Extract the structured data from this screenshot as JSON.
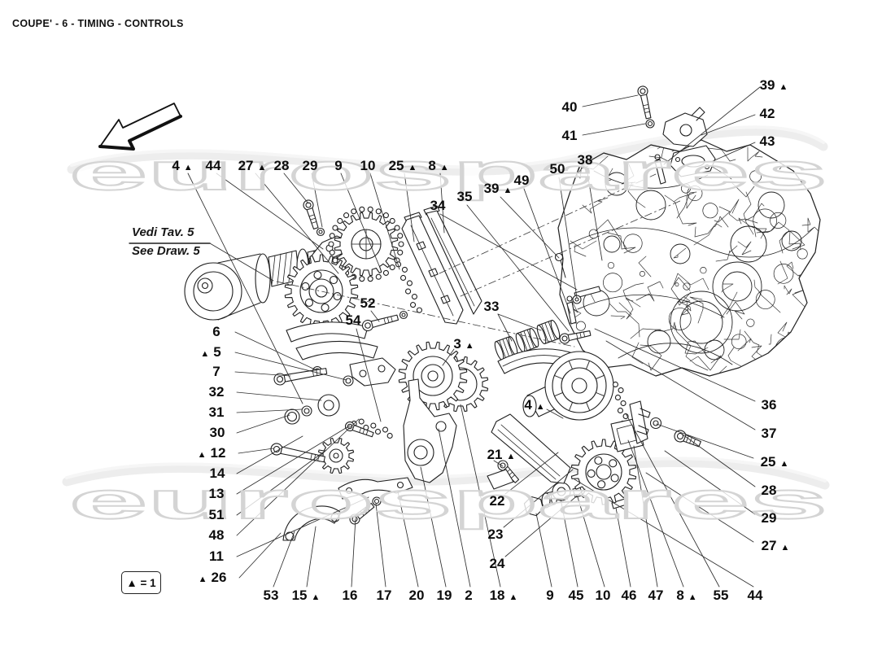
{
  "page": {
    "title": "COUPE' - 6 - TIMING - CONTROLS"
  },
  "watermark": {
    "text": "eurospares"
  },
  "reference_note": {
    "line1": "Vedi Tav. 5",
    "line2": "See Draw. 5"
  },
  "legend": {
    "label": "▲ = 1"
  },
  "symbols": {
    "marker": "▲"
  },
  "callouts": [
    {
      "id": "top-4",
      "label": "4",
      "marker": "right"
    },
    {
      "id": "top-44",
      "label": "44",
      "marker": null
    },
    {
      "id": "top-27",
      "label": "27",
      "marker": "right"
    },
    {
      "id": "top-28",
      "label": "28",
      "marker": null
    },
    {
      "id": "top-29",
      "label": "29",
      "marker": null
    },
    {
      "id": "top-9",
      "label": "9",
      "marker": null
    },
    {
      "id": "top-10",
      "label": "10",
      "marker": null
    },
    {
      "id": "top-25",
      "label": "25",
      "marker": "right"
    },
    {
      "id": "top-8",
      "label": "8",
      "marker": "right"
    },
    {
      "id": "tr-40",
      "label": "40",
      "marker": null
    },
    {
      "id": "tr-41",
      "label": "41",
      "marker": null
    },
    {
      "id": "tr-39",
      "label": "39",
      "marker": "right"
    },
    {
      "id": "tr-42",
      "label": "42",
      "marker": null
    },
    {
      "id": "tr-43",
      "label": "43",
      "marker": null
    },
    {
      "id": "tr-38",
      "label": "38",
      "marker": null
    },
    {
      "id": "tr-50",
      "label": "50",
      "marker": null
    },
    {
      "id": "tr-49",
      "label": "49",
      "marker": null
    },
    {
      "id": "tr-39b",
      "label": "39",
      "marker": "right"
    },
    {
      "id": "tr-35",
      "label": "35",
      "marker": null
    },
    {
      "id": "tr-34",
      "label": "34",
      "marker": null
    },
    {
      "id": "mid-52",
      "label": "52",
      "marker": null
    },
    {
      "id": "mid-54",
      "label": "54",
      "marker": null
    },
    {
      "id": "mid-33",
      "label": "33",
      "marker": null
    },
    {
      "id": "mid-3",
      "label": "3",
      "marker": "right"
    },
    {
      "id": "mid-4",
      "label": "4",
      "marker": "right"
    },
    {
      "id": "mid-21",
      "label": "21",
      "marker": "right"
    },
    {
      "id": "mid-22",
      "label": "22",
      "marker": null
    },
    {
      "id": "mid-23",
      "label": "23",
      "marker": null
    },
    {
      "id": "mid-24",
      "label": "24",
      "marker": null
    },
    {
      "id": "left-6",
      "label": "6",
      "marker": null
    },
    {
      "id": "left-5",
      "label": "5",
      "marker": "left"
    },
    {
      "id": "left-7",
      "label": "7",
      "marker": null
    },
    {
      "id": "left-32",
      "label": "32",
      "marker": null
    },
    {
      "id": "left-31",
      "label": "31",
      "marker": null
    },
    {
      "id": "left-30",
      "label": "30",
      "marker": null
    },
    {
      "id": "left-12",
      "label": "12",
      "marker": "left"
    },
    {
      "id": "left-14",
      "label": "14",
      "marker": null
    },
    {
      "id": "left-13",
      "label": "13",
      "marker": null
    },
    {
      "id": "left-51",
      "label": "51",
      "marker": null
    },
    {
      "id": "left-48",
      "label": "48",
      "marker": null
    },
    {
      "id": "left-11",
      "label": "11",
      "marker": null
    },
    {
      "id": "left-26",
      "label": "26",
      "marker": "left"
    },
    {
      "id": "bot-53",
      "label": "53",
      "marker": null
    },
    {
      "id": "bot-15",
      "label": "15",
      "marker": "right"
    },
    {
      "id": "bot-16",
      "label": "16",
      "marker": null
    },
    {
      "id": "bot-17",
      "label": "17",
      "marker": null
    },
    {
      "id": "bot-20",
      "label": "20",
      "marker": null
    },
    {
      "id": "bot-19",
      "label": "19",
      "marker": null
    },
    {
      "id": "bot-2",
      "label": "2",
      "marker": null
    },
    {
      "id": "bot-18",
      "label": "18",
      "marker": "right"
    },
    {
      "id": "bot-9",
      "label": "9",
      "marker": null
    },
    {
      "id": "bot-45",
      "label": "45",
      "marker": null
    },
    {
      "id": "bot-10",
      "label": "10",
      "marker": null
    },
    {
      "id": "bot-46",
      "label": "46",
      "marker": null
    },
    {
      "id": "bot-47",
      "label": "47",
      "marker": null
    },
    {
      "id": "bot-8",
      "label": "8",
      "marker": "right"
    },
    {
      "id": "bot-55",
      "label": "55",
      "marker": null
    },
    {
      "id": "bot-44",
      "label": "44",
      "marker": null
    },
    {
      "id": "right-36",
      "label": "36",
      "marker": null
    },
    {
      "id": "right-37",
      "label": "37",
      "marker": null
    },
    {
      "id": "right-25",
      "label": "25",
      "marker": "right"
    },
    {
      "id": "right-28",
      "label": "28",
      "marker": null
    },
    {
      "id": "right-29",
      "label": "29",
      "marker": null
    },
    {
      "id": "right-27",
      "label": "27",
      "marker": "right"
    }
  ]
}
